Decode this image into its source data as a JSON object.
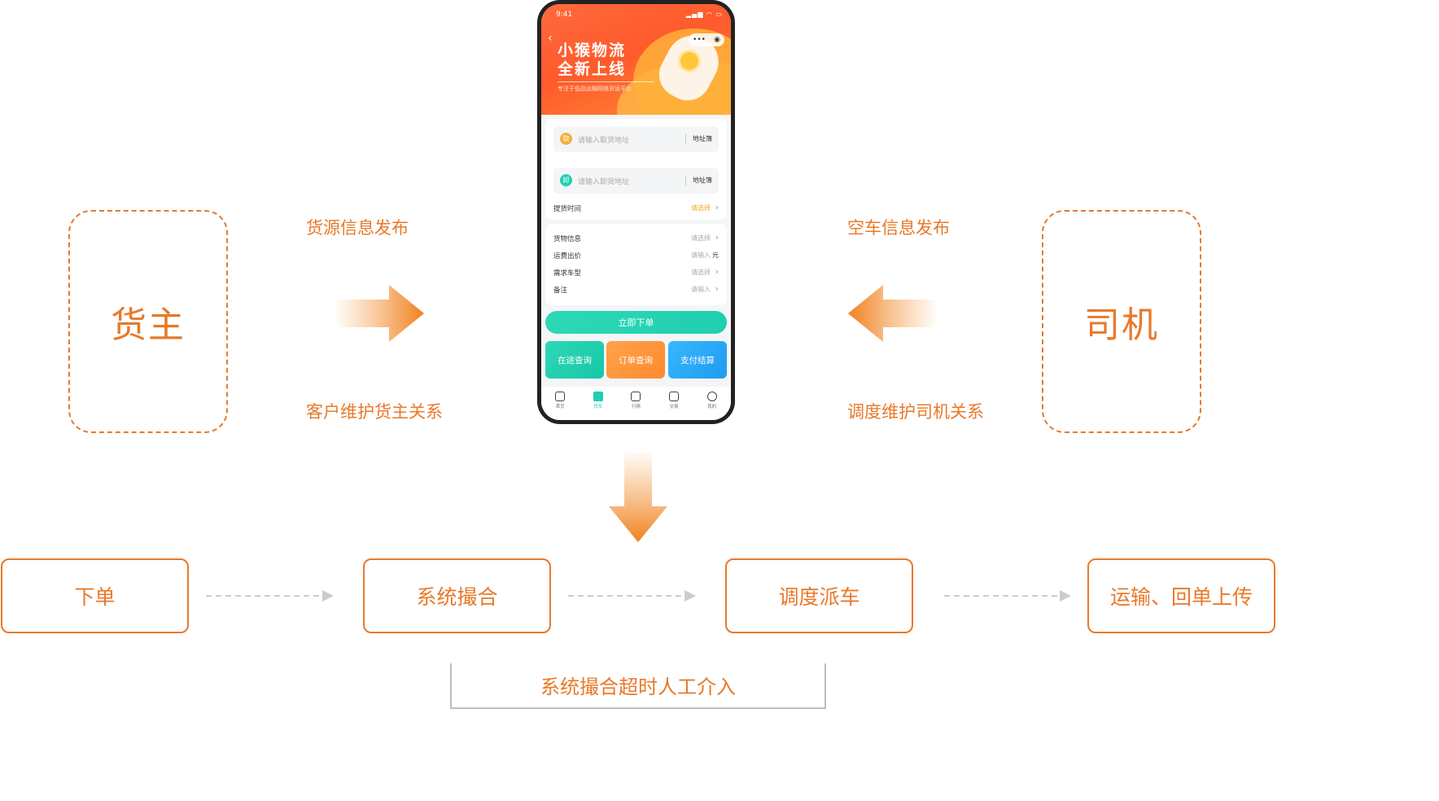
{
  "actors": {
    "shipper": "货主",
    "driver": "司机"
  },
  "left_labels": {
    "top": "货源信息发布",
    "bottom": "客户维护货主关系"
  },
  "right_labels": {
    "top": "空车信息发布",
    "bottom": "调度维护司机关系"
  },
  "steps": [
    "下单",
    "系统撮合",
    "调度派车",
    "运输、回单上传"
  ],
  "bracket_label": "系统撮合超时人工介入",
  "phone": {
    "status_time": "9:41",
    "hero_title_line1": "小猴物流",
    "hero_title_line2": "全新上线",
    "hero_subtitle": "专注于低品运输网络货运平台",
    "pickup_icon": "取",
    "pickup_placeholder": "请输入取货地址",
    "unload_icon": "卸",
    "unload_placeholder": "请输入卸货地址",
    "address_book": "地址簿",
    "pickup_time_label": "提货时间",
    "please_select": "请选择",
    "please_input": "请输入",
    "rows": {
      "cargo": "货物信息",
      "freight": "运费出价",
      "vehicle": "需求车型",
      "remark": "备注"
    },
    "unit": "元",
    "order_button": "立即下单",
    "tiles": [
      "在途查询",
      "订单查询",
      "支付结算"
    ],
    "tabs": [
      "首页",
      "找车",
      "行情",
      "交易",
      "我的"
    ]
  },
  "colors": {
    "accent": "#E8792A",
    "teal": "#1FCFB0",
    "hero": "#FF5A2C"
  }
}
